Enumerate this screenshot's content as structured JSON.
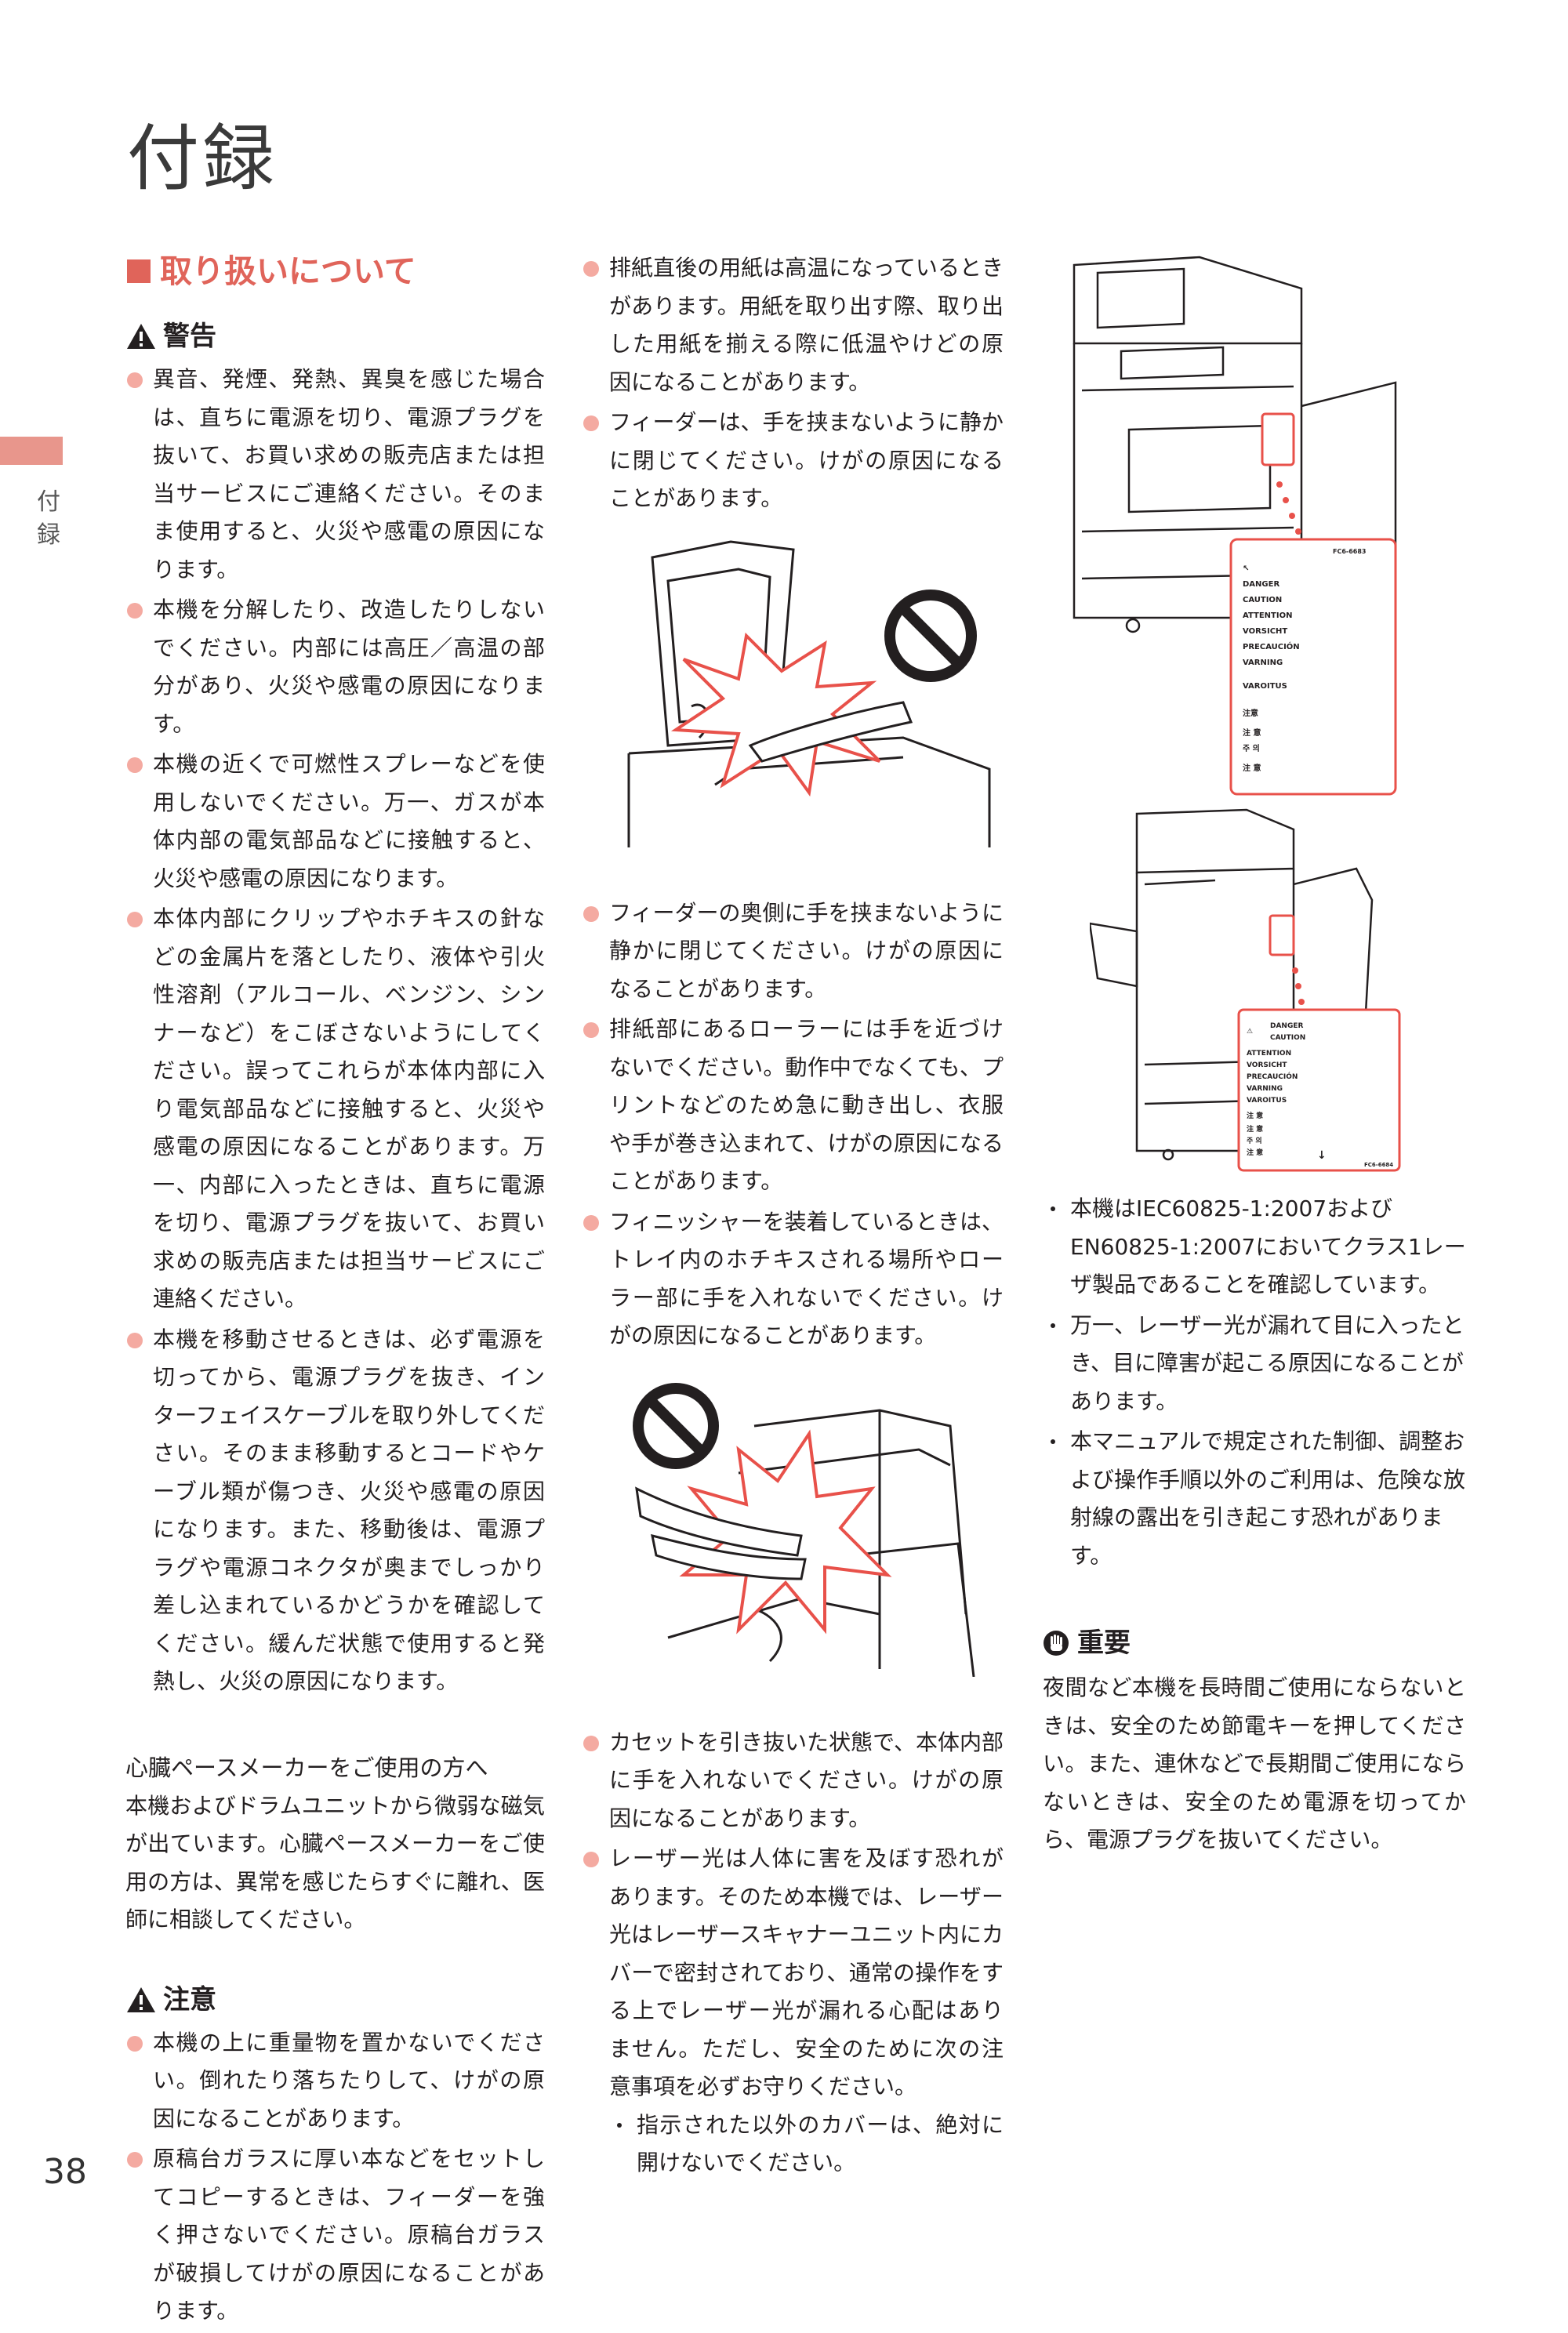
{
  "page": {
    "title": "付録",
    "side_label": "付録",
    "page_number": "38"
  },
  "section": {
    "title": "取り扱いについて"
  },
  "warning": {
    "heading": "警告",
    "items": [
      "異音、発煙、発熱、異臭を感じた場合は、直ちに電源を切り、電源プラグを抜いて、お買い求めの販売店または担当サービスにご連絡ください。そのまま使用すると、火災や感電の原因になります。",
      "本機を分解したり、改造したりしないでください。内部には高圧／高温の部分があり、火災や感電の原因になります。",
      "本機の近くで可燃性スプレーなどを使用しないでください。万一、ガスが本体内部の電気部品などに接触すると、火災や感電の原因になります。",
      "本体内部にクリップやホチキスの針などの金属片を落としたり、液体や引火性溶剤（アルコール、ベンジン、シンナーなど）をこぼさないようにしてください。誤ってこれらが本体内部に入り電気部品などに接触すると、火災や感電の原因になることがあります。万一、内部に入ったときは、直ちに電源を切り、電源プラグを抜いて、お買い求めの販売店または担当サービスにご連絡ください。",
      "本機を移動させるときは、必ず電源を切ってから、電源プラグを抜き、インターフェイスケーブルを取り外してください。そのまま移動するとコードやケーブル類が傷つき、火災や感電の原因になります。また、移動後は、電源プラグや電源コネクタが奥までしっかり差し込まれているかどうかを確認してください。緩んだ状態で使用すると発熱し、火災の原因になります。"
    ]
  },
  "pacemaker": {
    "heading": "心臓ペースメーカーをご使用の方へ",
    "body": "本機およびドラムユニットから微弱な磁気が出ています。心臓ペースメーカーをご使用の方は、異常を感じたらすぐに離れ、医師に相談してください。"
  },
  "caution": {
    "heading": "注意",
    "items": [
      "本機の上に重量物を置かないでください。倒れたり落ちたりして、けがの原因になることがあります。",
      "原稿台ガラスに厚い本などをセットしてコピーするときは、フィーダーを強く押さないでください。原稿台ガラスが破損してけがの原因になることがあります。"
    ]
  },
  "col2": {
    "items_a": [
      "排紙直後の用紙は高温になっているときがあります。用紙を取り出す際、取り出した用紙を揃える際に低温やけどの原因になることがあります。",
      "フィーダーは、手を挟まないように静かに閉じてください。けがの原因になることがあります。"
    ],
    "items_b": [
      "フィーダーの奥側に手を挟まないように静かに閉じてください。けがの原因になることがあります。",
      "排紙部にあるローラーには手を近づけないでください。動作中でなくても、プリントなどのため急に動き出し、衣服や手が巻き込まれて、けがの原因になることがあります。",
      "フィニッシャーを装着しているときは、トレイ内のホチキスされる場所やローラー部に手を入れないでください。けがの原因になることがあります。"
    ],
    "items_c": [
      "カセットを引き抜いた状態で、本体内部に手を入れないでください。けがの原因になることがあります。",
      "レーザー光は人体に害を及ぼす恐れがあります。そのため本機では、レーザー光はレーザースキャナーユニット内にカバーで密封されており、通常の操作をする上でレーザー光が漏れる心配はありません。ただし、安全のために次の注意事項を必ずお守りください。"
    ],
    "sub_items": [
      "指示された以外のカバーは、絶対に開けないでください。"
    ]
  },
  "col3": {
    "notes": [
      "本機はIEC60825-1:2007およびEN60825-1:2007においてクラス1レーザ製品であることを確認しています。",
      "万一、レーザー光が漏れて目に入ったとき、目に障害が起こる原因になることがあります。",
      "本マニュアルで規定された制御、調整および操作手順以外のご利用は、危険な放射線の露出を引き起こす恐れがあります。"
    ],
    "important_heading": "重要",
    "important_body": "夜間など本機を長時間ご使用にならないときは、安全のため節電キーを押してください。また、連休などで長期間ご使用にならないときは、安全のため電源を切ってから、電源プラグを抜いてください。"
  },
  "labels": {
    "label1_code": "FC6-6683",
    "label1_lines": [
      "DANGER",
      "CAUTION",
      "ATTENTION",
      "VORSICHT",
      "PRECAUCIÓN",
      "VARNING",
      "VAROITUS",
      "注意",
      "注 意",
      "주 의",
      "注 意"
    ],
    "label2_code": "FC6-6684",
    "label2_lines": [
      "DANGER",
      "CAUTION",
      "ATTENTION",
      "VORSICHT",
      "PRECAUCIÓN",
      "VARNING",
      "VAROITUS",
      "注 意",
      "注 意",
      "주 의",
      "注 意"
    ]
  },
  "colors": {
    "accent": "#e0645a",
    "bullet": "#f4aaa1",
    "side_tab": "#e8968c",
    "prohibit": "#231f20",
    "burst": "#e8514a"
  }
}
